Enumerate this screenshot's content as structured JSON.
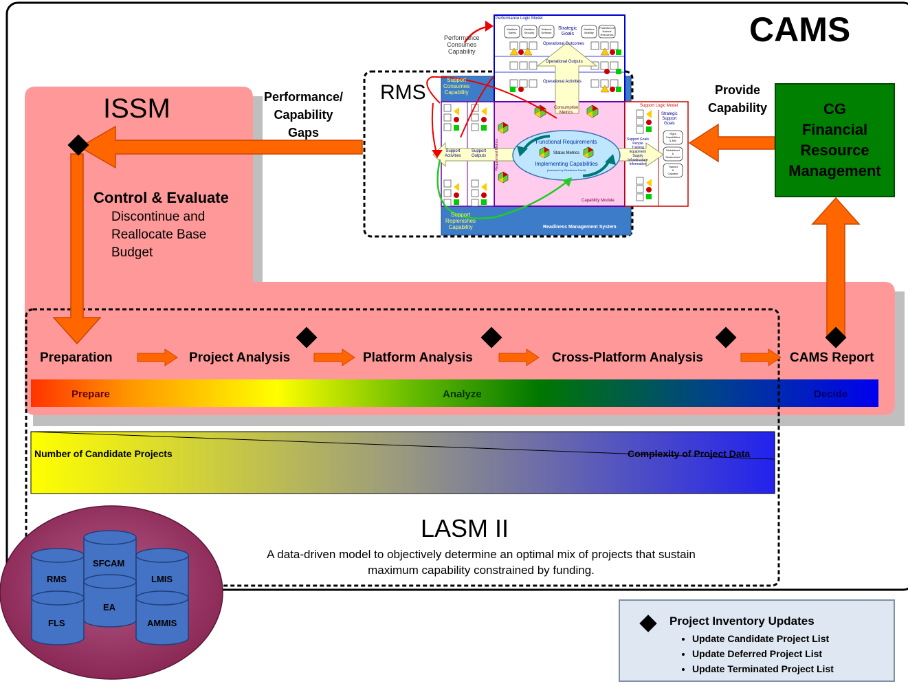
{
  "title": "CAMS",
  "issm": {
    "title": "ISSM",
    "control_title": "Control & Evaluate",
    "control_lines": [
      "Discontinue and",
      "Reallocate Base",
      "Budget"
    ]
  },
  "gaps_label": [
    "Performance/",
    "Capability",
    "Gaps"
  ],
  "provide_label": [
    "Provide",
    "Capability"
  ],
  "cg_box": [
    "CG",
    "Financial",
    "Resource",
    "Management"
  ],
  "rms": {
    "title": "RMS",
    "perf_consumes": [
      "Performance",
      "Consumes",
      "Capability"
    ],
    "perf_logic_model": "Performance Logic Model",
    "perf_cells": [
      "Maritime Safety",
      "Maritime Security",
      "National Defense",
      "Maritime Mobility",
      "Protection of Natural Resources"
    ],
    "strategic_goals": [
      "Strategic",
      "Goals"
    ],
    "operational_outcomes": "Operational Outcomes",
    "operational_outputs": "Operational Outputs",
    "operational_activities": "Operational Activities",
    "support_consumes": [
      "Support",
      "Consumes",
      "Capability"
    ],
    "consumption_metrics": [
      "Consumption",
      "Metrics"
    ],
    "support_logic_model": "Support Logic Model",
    "support_goals_title": [
      "Strategic",
      "Support",
      "Goals"
    ],
    "support_goal_cells": [
      [
        "Right",
        "Capabilities",
        "& Mix"
      ],
      [
        "Maintained",
        "&",
        "Modernized"
      ],
      [
        "Trained",
        "&",
        "Capable"
      ]
    ],
    "support_goals_list": [
      "Support Goals",
      "People",
      "Training",
      "Equipment",
      "Supply",
      "Infrastructure",
      "Information"
    ],
    "support_activities": [
      "Support",
      "Activities"
    ],
    "support_outputs": [
      "Support",
      "Outputs"
    ],
    "requirement_metrics": "Requirement Metrics",
    "functional_requirements": "Functional Requirements",
    "status_metrics": "Status Metrics",
    "implementing_capabilities": "Implementing Capabilities",
    "assessed_by": "(Assessed by Readiness Facet)",
    "capability_module": "Capability Module",
    "support_replenishes": [
      "Support",
      "Replenishes",
      "Capability"
    ],
    "readiness_system": "Readiness Management System"
  },
  "steps": [
    "Preparation",
    "Project Analysis",
    "Platform Analysis",
    "Cross-Platform Analysis",
    "CAMS Report"
  ],
  "phases": [
    "Prepare",
    "Analyze",
    "Decide"
  ],
  "tri_labels": {
    "left": "Number of Candidate Projects",
    "right": "Complexity of Project Data"
  },
  "lasm": {
    "title": "LASM II",
    "description": "A data-driven model to objectively determine an optimal mix of projects that sustain maximum capability constrained by funding."
  },
  "databases": [
    "RMS",
    "SFCAM",
    "LMIS",
    "EA",
    "FLS",
    "AMMIS"
  ],
  "legend": {
    "title": "Project Inventory Updates",
    "items": [
      "Update Candidate Project List",
      "Update Deferred Project List",
      "Update Terminated Project List"
    ]
  },
  "colors": {
    "pink": "#ff9999",
    "orange_arrow": "#ff6600",
    "green_box": "#008000",
    "db_blue": "#4472c4",
    "ellipse": "#993366"
  }
}
